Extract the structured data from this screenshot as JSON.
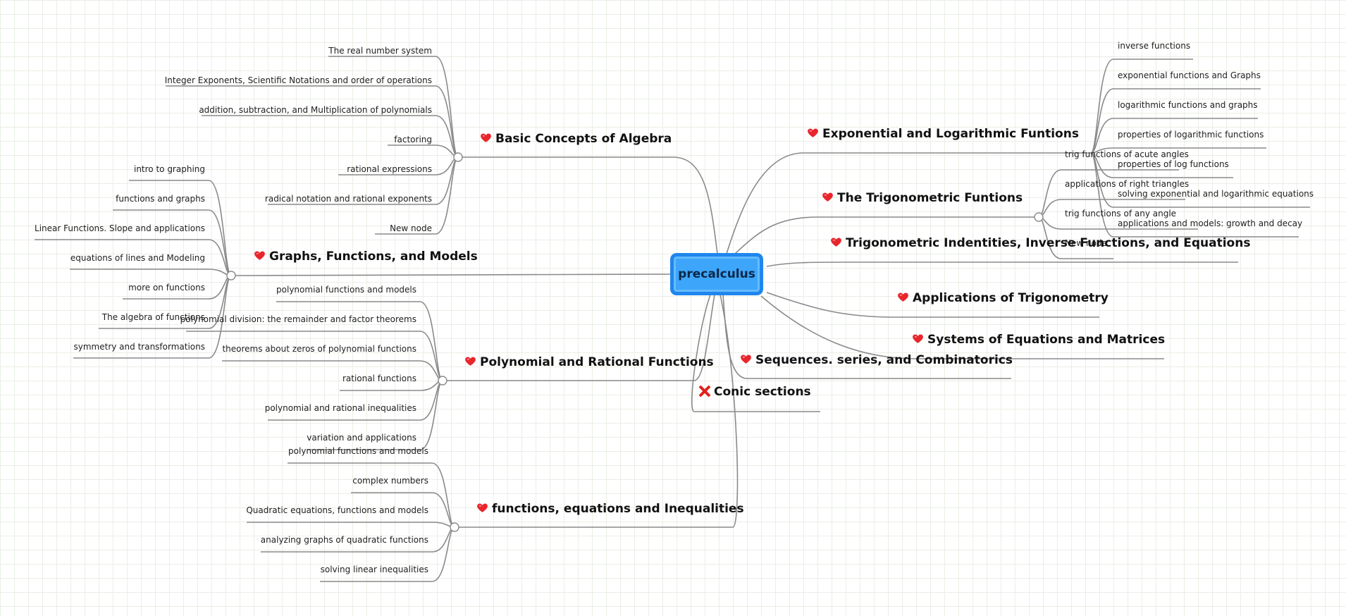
{
  "central_topic": "precalculus",
  "branches": [
    {
      "id": "algebra",
      "title": "Basic Concepts of Algebra",
      "marker": "heart",
      "children": [
        "The real number system",
        "Integer Exponents, Scientific Notations and order of operations",
        "addition, subtraction, and Multiplication of polynomials",
        "factoring",
        "rational expressions",
        "radical notation and rational exponents",
        "New node"
      ]
    },
    {
      "id": "graphs",
      "title": "Graphs, Functions, and Models",
      "marker": "heart",
      "children": [
        "intro to graphing",
        "functions and graphs",
        "Linear Functions. Slope and applications",
        "equations of lines and Modeling",
        "more on functions",
        "The algebra of functions",
        "symmetry and transformations"
      ]
    },
    {
      "id": "polynomial",
      "title": "Polynomial and Rational Functions",
      "marker": "heart",
      "children": [
        "polynomial functions and models",
        "polynomial division: the remainder and factor theorems",
        "theorems about zeros of polynomial functions",
        "rational functions",
        "polynomial and rational inequalities",
        "variation and applications"
      ]
    },
    {
      "id": "inequalities",
      "title": "functions, equations and Inequalities",
      "marker": "heart",
      "children": [
        "polynomial functions and models",
        "complex numbers",
        "Quadratic equations, functions and models",
        "analyzing graphs of quadratic functions",
        "solving linear inequalities"
      ]
    },
    {
      "id": "exponential",
      "title": "Exponential and Logarithmic Funtions",
      "marker": "heart",
      "children": [
        "inverse functions",
        "exponential functions and Graphs",
        "logarithmic functions and graphs",
        "properties of logarithmic functions",
        "properties of log functions",
        "solving exponential and logarithmic equations",
        "applications and models: growth and decay"
      ]
    },
    {
      "id": "trig",
      "title": "The Trigonometric Funtions",
      "marker": "heart",
      "children": [
        "trig functions of acute angles",
        "applications of right triangles",
        "trig functions of any angle",
        "New node"
      ]
    },
    {
      "id": "identities",
      "title": "Trigonometric Indentities, Inverse Functions, and Equations",
      "marker": "heart",
      "children": []
    },
    {
      "id": "applications",
      "title": "Applications of Trigonometry",
      "marker": "heart",
      "children": []
    },
    {
      "id": "systems",
      "title": "Systems of Equations and Matrices",
      "marker": "heart",
      "children": []
    },
    {
      "id": "sequences",
      "title": "Sequences. series, and Combinatorics",
      "marker": "heart",
      "children": []
    },
    {
      "id": "conic",
      "title": "Conic sections",
      "marker": "cross",
      "children": []
    }
  ],
  "colors": {
    "heart": "#e8262c",
    "cross": "#e0201a",
    "central_fill": "#3da6fb",
    "central_border": "#1f86ee",
    "line": "#8a8a8a"
  }
}
